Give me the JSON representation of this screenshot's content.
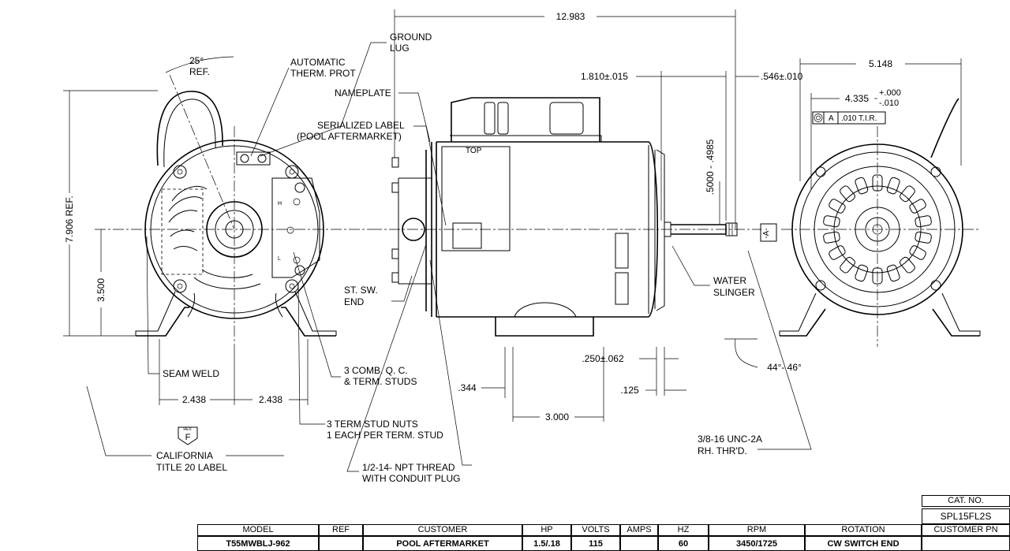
{
  "labels": {
    "ground_lug_1": "GROUND",
    "ground_lug_2": "LUG",
    "auto_therm_1": "AUTOMATIC",
    "auto_therm_2": "THERM. PROT",
    "angle_ref_1": "25°",
    "angle_ref_2": "REF.",
    "nameplate": "NAMEPLATE",
    "serial_1": "SERIALIZED LABEL",
    "serial_2": "(POOL AFTERMARKET)",
    "top": "TOP",
    "st_sw_1": "ST. SW.",
    "st_sw_2": "END",
    "seam_weld": "SEAM WELD",
    "comb_qc_1": "3 COMB. Q. C.",
    "comb_qc_2": "& TERM. STUDS",
    "stud_nuts_1": "3 TERM STUD NUTS",
    "stud_nuts_2": "1 EACH PER TERM. STUD",
    "california_1": "CALIFORNIA",
    "california_2": "TITLE 20 LABEL",
    "npt_1": "1/2-14- NPT THREAD",
    "npt_2": "WITH CONDUIT PLUG",
    "water_1": "WATER",
    "water_2": "SLINGER",
    "thread_1": "3/8-16 UNC-2A",
    "thread_2": "RH. THR'D.",
    "datum_a": "-A-",
    "tir_a": "A",
    "tir_val": ".010 T.I.R.",
    "rev": "REV.",
    "rev_letter": "F"
  },
  "dimensions": {
    "overall_length": "12.983",
    "shaft_ext": "1.810±.015",
    "shoulder": ".546±.010",
    "flange_dia": "5.148",
    "pilot_dia": "4.335",
    "pilot_tol_plus": "+.000",
    "pilot_tol_minus": "-.010",
    "shaft_dia": ".5000 - .4985",
    "height_ref": "7.906 REF.",
    "shaft_height": "3.500",
    "half_width_left": "2.438",
    "half_width_right": "2.438",
    "slot": ".344",
    "foot_spacing": "3.000",
    "flat_offset": ".250±.062",
    "flat": ".125",
    "chamfer_angle": "44°- 46°"
  },
  "table": {
    "cat_no_label": "CAT. NO.",
    "cat_no": "SPL15FL2S",
    "customer_pn_label": "CUSTOMER PN",
    "headers": [
      "MODEL",
      "REF",
      "CUSTOMER",
      "HP",
      "VOLTS",
      "AMPS",
      "HZ",
      "RPM",
      "ROTATION"
    ],
    "values": [
      "T55MWBLJ-962",
      "",
      "POOL AFTERMARKET",
      "1.5/.18",
      "115",
      "",
      "60",
      "3450/1725",
      "CW SWITCH END"
    ]
  }
}
